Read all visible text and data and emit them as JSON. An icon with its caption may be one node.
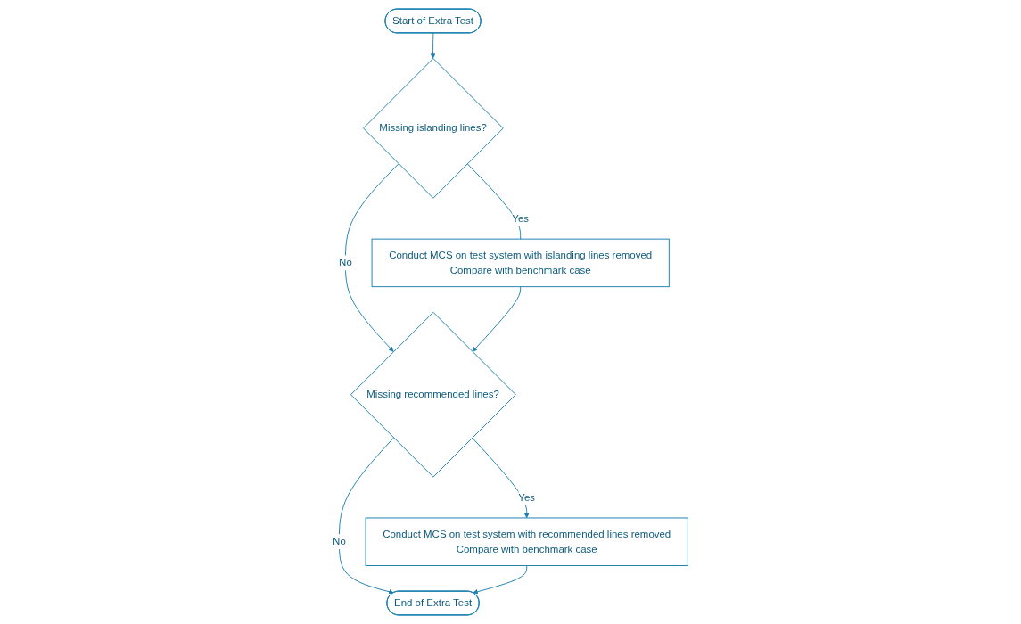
{
  "diagram": {
    "nodes": [
      {
        "text": [
          "Start of Extra Test"
        ]
      },
      {
        "text": [
          "Missing islanding lines?"
        ]
      },
      {
        "text": [
          "Conduct MCS on test system with islanding lines removed",
          "Compare with benchmark case"
        ]
      },
      {
        "text": [
          "Missing recommended lines?"
        ]
      },
      {
        "text": [
          "Conduct MCS on test system with recommended lines removed",
          "Compare with benchmark case"
        ]
      },
      {
        "text": [
          "End of Extra Test"
        ]
      }
    ],
    "edges": [
      {
        "from": 0,
        "to": 1,
        "arrow": "to"
      },
      {
        "from": 1,
        "to": 2,
        "label": "Yes",
        "arrow": "none"
      },
      {
        "from": 1,
        "to": 3,
        "label": "No",
        "arrow": "to"
      },
      {
        "from": 2,
        "to": 3,
        "arrow": "to"
      },
      {
        "from": 3,
        "to": 4,
        "label": "Yes",
        "arrow": "to"
      },
      {
        "from": 3,
        "to": 5,
        "label": "No",
        "arrow": "to"
      },
      {
        "from": 4,
        "to": 5,
        "arrow": "to"
      }
    ]
  }
}
